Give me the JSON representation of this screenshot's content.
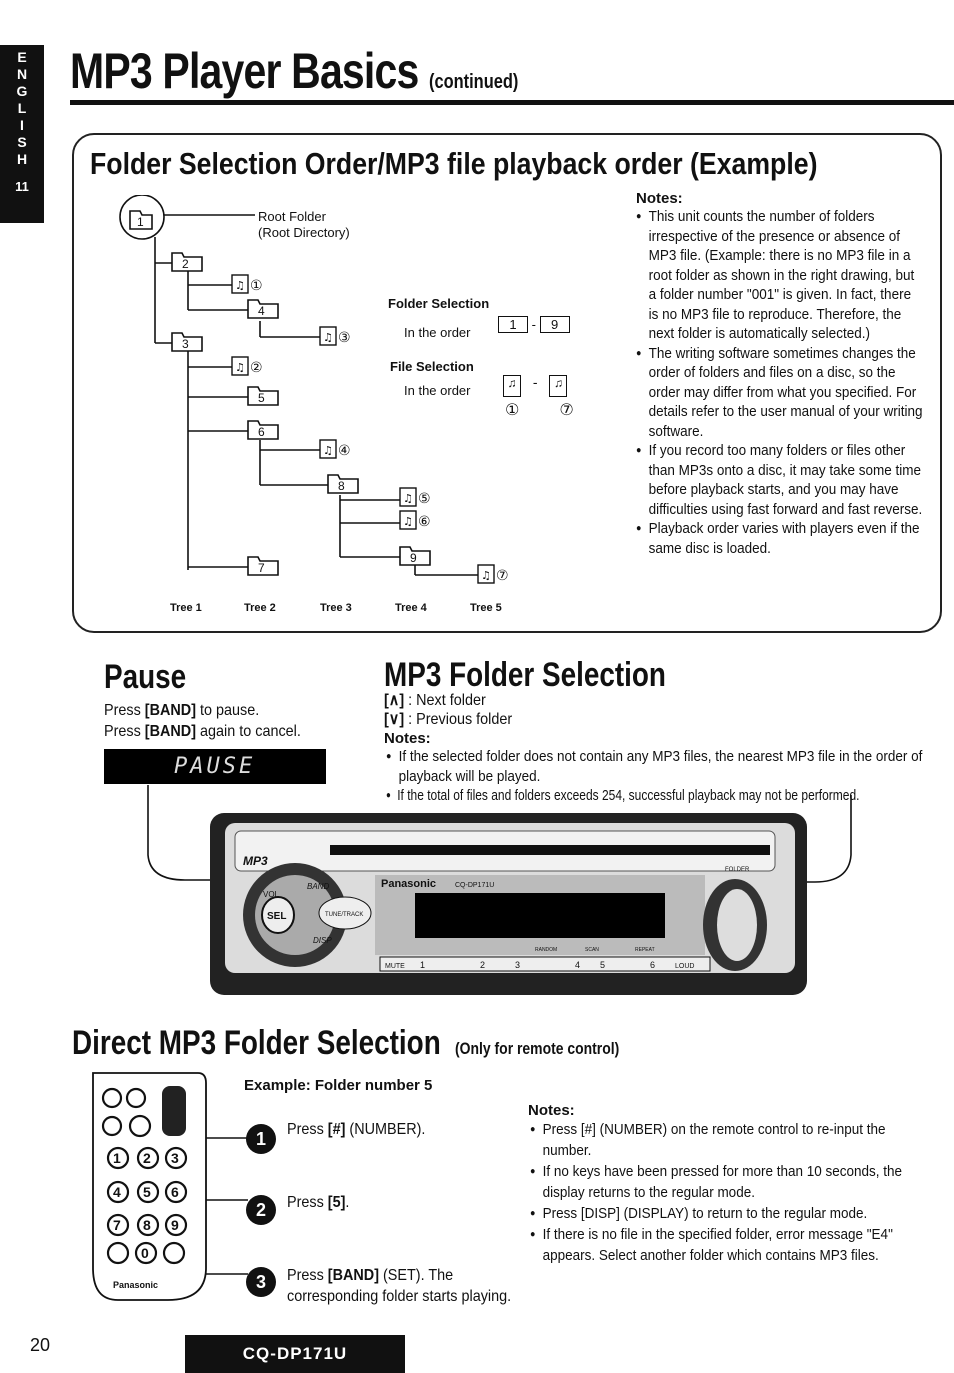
{
  "side_tab": {
    "letters": [
      "E",
      "N",
      "G",
      "L",
      "I",
      "S",
      "H"
    ],
    "page": "11"
  },
  "header": {
    "title": "MP3 Player Basics",
    "continued": "(continued)"
  },
  "folder_box": {
    "title": "Folder Selection Order/MP3 file playback order (Example)",
    "root_label_1": "Root Folder",
    "root_label_2": "(Root Directory)",
    "folder_selection_label": "Folder Selection",
    "folder_selection_text": "In the order",
    "folder_from": "1",
    "folder_to": "9",
    "file_selection_label": "File Selection",
    "file_selection_text": "In the order",
    "file_from": "①",
    "file_to": "⑦",
    "folders": [
      "1",
      "2",
      "3",
      "4",
      "5",
      "6",
      "7",
      "8",
      "9"
    ],
    "files": [
      "①",
      "②",
      "③",
      "④",
      "⑤",
      "⑥",
      "⑦"
    ],
    "tree_labels": [
      "Tree 1",
      "Tree 2",
      "Tree 3",
      "Tree 4",
      "Tree 5"
    ],
    "notes_heading": "Notes:",
    "notes": [
      "This unit counts the number of folders irrespective of the presence or absence of MP3 file. (Example: there is no MP3 file in a root folder as shown in the right drawing, but a folder number \"001\" is given. In fact, there is no MP3 file to reproduce. Therefore, the next folder is automatically selected.)",
      "The writing software sometimes changes the order of folders and files on a disc, so the order may differ from what you specified. For details refer to the user manual of your writing software.",
      "If you record too many folders or files other than MP3s onto a disc, it may take some time before playback starts, and you may have difficulties using fast forward and fast reverse.",
      "Playback order varies with players even if the same disc is loaded."
    ]
  },
  "pause": {
    "title": "Pause",
    "line1_pre": "Press ",
    "line1_key": "[BAND]",
    "line1_post": " to pause.",
    "line2_pre": "Press ",
    "line2_key": "[BAND]",
    "line2_post": " again to cancel.",
    "lcd": "PAUSE"
  },
  "mp3_folder": {
    "title": "MP3 Folder Selection",
    "next_key": "[∧]",
    "next_text": " : Next folder",
    "prev_key": "[∨]",
    "prev_text": " : Previous folder",
    "notes_heading": "Notes:",
    "note1": "If the selected folder does not contain any MP3 files, the nearest MP3 file in the order of playback will be played.",
    "note2": "If the total of files and folders exceeds 254, successful playback may not be performed."
  },
  "device": {
    "brand": "Panasonic",
    "model_small": "CQ-DP171U",
    "buttons": [
      "BAND",
      "VOL",
      "SEL",
      "TUNE/TRACK",
      "DISP",
      "MUTE",
      "FOLDER",
      "LOUD",
      "RANDOM",
      "SCAN",
      "REPEAT"
    ],
    "presets": [
      "1",
      "2",
      "3",
      "4",
      "5",
      "6"
    ],
    "mp3_logo": "MP3"
  },
  "direct": {
    "title": "Direct MP3 Folder Selection",
    "subtitle": "(Only for remote control)",
    "example": "Example: Folder number 5",
    "step1_pre": "Press ",
    "step1_key": "[#]",
    "step1_post": " (NUMBER).",
    "step2_pre": "Press ",
    "step2_key": "[5]",
    "step2_post": ".",
    "step3_pre": "Press ",
    "step3_key": "[BAND]",
    "step3_post": " (SET). The",
    "step3_line2": "corresponding folder starts playing.",
    "step_nums": [
      "1",
      "2",
      "3"
    ],
    "remote_keys": [
      "1",
      "2",
      "3",
      "4",
      "5",
      "6",
      "7",
      "8",
      "9",
      "0"
    ],
    "remote_brand": "Panasonic",
    "notes_heading": "Notes:",
    "notes": [
      "Press [#] (NUMBER) on the remote control to re-input the number.",
      "If no keys have been pressed for more than 10 seconds, the display returns to the regular mode.",
      "Press [DISP] (DISPLAY) to return to the regular mode.",
      "If there is no file in the specified folder, error message \"E4\" appears. Select another folder which contains MP3 files."
    ]
  },
  "footer": {
    "page": "20",
    "model": "CQ-DP171U"
  }
}
